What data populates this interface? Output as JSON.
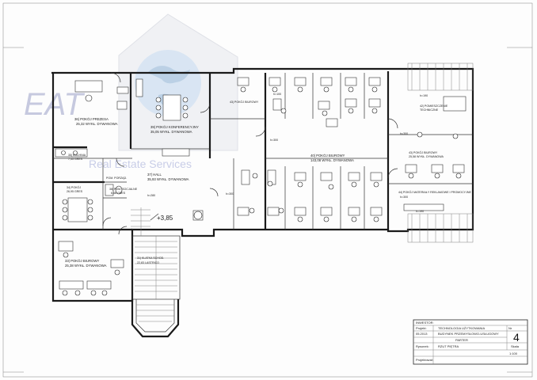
{
  "watermark": {
    "logo_text": "EAT",
    "company_text": "Real Estate Services",
    "colors": {
      "logo": "#9aa0c8",
      "house": "#d9dbe3",
      "globe": "#8fb8e0",
      "text": "#b6bde0"
    }
  },
  "rooms": {
    "r1": {
      "name": "36| POKÓJ PREZESA",
      "area": "25,32 WYKŁ. DYWANOWA"
    },
    "r2": {
      "name": "39| POKÓJ KONFERENCYJNY",
      "area": "35,05 WYKŁ. DYWANOWA"
    },
    "r3": {
      "name": "43| POKÓJ BIUROWY",
      "area": ""
    },
    "r4": {
      "name": "35| KUCHNIA",
      "area": "7,45 GRES"
    },
    "r5": {
      "name": "34| POKÓJ",
      "area": "26,95 GRES"
    },
    "r6": {
      "name": "37| HALL",
      "area": "35,93 WYKŁ. DYWANOWA"
    },
    "r7": {
      "name": "POM. PORZĄD.",
      "area": ""
    },
    "r8": {
      "name": "38| POM. SOCJALNE",
      "area": "6,68 GRES"
    },
    "r9": {
      "name": "40| POKÓJ BIUROWY",
      "area": "143,08 WYKŁ. DYWANOWA"
    },
    "r10": {
      "name": "42| POMIESZCZENIE",
      "area": "TECHNICZNE"
    },
    "r11": {
      "name": "43| POKÓJ BIUROWY",
      "area": "25,58 WYKŁ. DYWANOWA"
    },
    "r12": {
      "name": "44| POKÓJ MATERIAŁY REKLAMOWE I PROMOCYJNE",
      "area": ""
    },
    "r13": {
      "name": "33| POKÓJ BIUROWY",
      "area": "25,38 WYKŁ. DYWANOWA"
    },
    "r14": {
      "name": "31| KLATKA SCHOD.",
      "area": "22,83 LASTRICO"
    }
  },
  "heights": {
    "h1": "h=280",
    "h2": "h=300",
    "h3": "h=300",
    "h4": "h=300",
    "h5": "h=190",
    "h6": "h=300",
    "h7": "h=190",
    "h8": "h=100"
  },
  "level_mark": "+3,85",
  "title_block": {
    "header": "INWESTOR:",
    "project_label": "Projekt:",
    "project_value": "TECHNOLOGIA UŻYTKOWANIA",
    "date_label": "05.2013",
    "building_value": "BUDYNEK PRZEMYSŁOWO-USŁUGOWY",
    "floor_value": "PARTER",
    "sheet_label": "Nr",
    "sheet_number": "4",
    "drawing_label": "Rysunek:",
    "drawing_value": "RZUT PIĘTRA",
    "scale_label": "Skala",
    "scale_value": "1:100",
    "designer_label": "Projektował:"
  }
}
